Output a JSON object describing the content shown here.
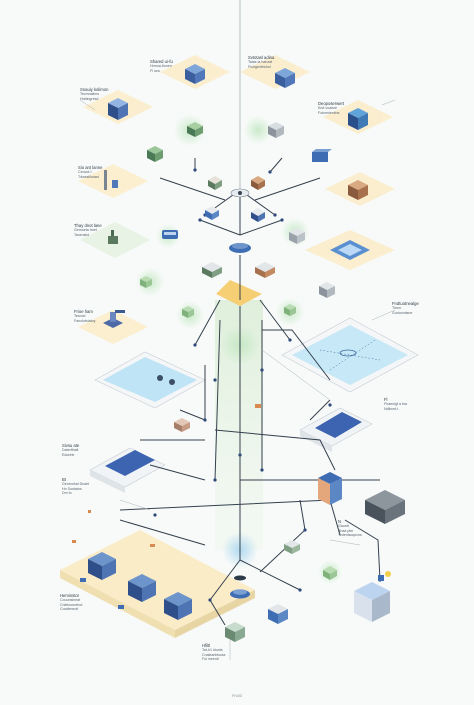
{
  "labels": [
    {
      "id": "top-center-label",
      "lines": [
        "Shared ui-fu",
        "Hrmna-tlunen",
        "Fl ueu"
      ]
    },
    {
      "id": "top-right-label",
      "lines": [
        "Svtotasl adina",
        "Tatas la hanzat",
        "Fluirgenfeshol"
      ]
    },
    {
      "id": "upper-left-label",
      "lines": [
        "Snauiy kolimon",
        "Tecmnalinrs",
        "Hoblngresd"
      ]
    },
    {
      "id": "upper-right-label",
      "lines": [
        "Deoposerwert",
        "Kn8 vuaisre",
        "Fotcenlentins"
      ]
    },
    {
      "id": "left-label-1",
      "lines": [
        "Sio ant lanne",
        "Cencot-l",
        "Tdwssilhoast"
      ]
    },
    {
      "id": "left-label-2",
      "lines": [
        "Thay dnot lane",
        "Gersneta tmet",
        "Tansnstol"
      ]
    },
    {
      "id": "left-label-3",
      "lines": [
        "Frioe ham",
        "Tesrosl",
        "Fanolotsiatoy"
      ]
    },
    {
      "id": "right-label-mid",
      "lines": [
        "Fndtuotnealge",
        "Tlenn",
        "Gurlocmlane"
      ]
    },
    {
      "id": "right-label-2",
      "lines": [
        "Fl",
        "Fhaenigt a tna",
        "Ndllnmt-t"
      ]
    },
    {
      "id": "left-label-4",
      "lines": [
        "Sivsu ate",
        "Daterlthalt",
        "Edonhtr"
      ]
    },
    {
      "id": "left-label-5",
      "lines": [
        "Bt",
        "Genmnhal Dnaht",
        "Hn Sontatos",
        "Dm fo"
      ]
    },
    {
      "id": "right-label-3",
      "lines": [
        "N",
        "Gauntt",
        "Bhaa ptie",
        "Tedenlsoqcvns"
      ]
    },
    {
      "id": "bottom-left-label",
      "lines": [
        "Heminstor",
        "Couunslneat",
        "Cnieboonetod",
        "Cocdtmeoit"
      ]
    },
    {
      "id": "bottom-center-label",
      "lines": [
        "Hfiltl",
        "Tat-h1 ldunts",
        "Cnaleanbtouta",
        "Fol lneerdi"
      ]
    }
  ],
  "footer": "Fh0l3"
}
